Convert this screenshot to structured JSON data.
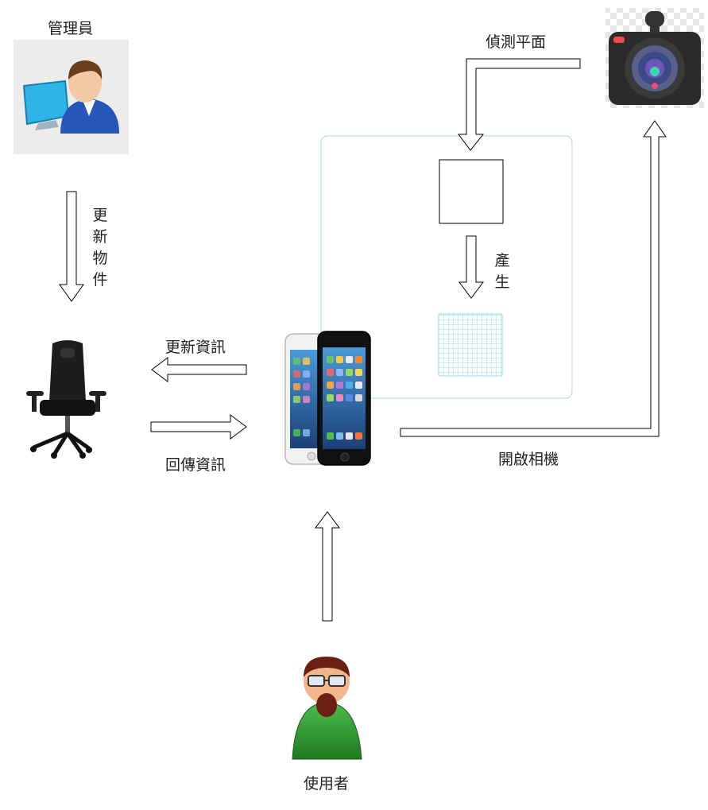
{
  "labels": {
    "admin": "管理員",
    "update_object": "更新物件",
    "update_info": "更新資訊",
    "return_info": "回傳資訊",
    "detect_plane": "偵測平面",
    "generate": "產生",
    "open_camera": "開啟相機",
    "user": "使用者"
  },
  "icons": {
    "admin": "admin-at-computer-icon",
    "chair": "office-chair-icon",
    "phone": "smartphone-icon",
    "camera": "camera-icon",
    "user": "user-avatar-icon"
  },
  "colors": {
    "frame": "#a8d8e8",
    "grid": "#7fd3dc",
    "arrow_stroke": "#000000",
    "user_shirt": "#2f9a2f",
    "camera_lens": "#3a4a86"
  }
}
